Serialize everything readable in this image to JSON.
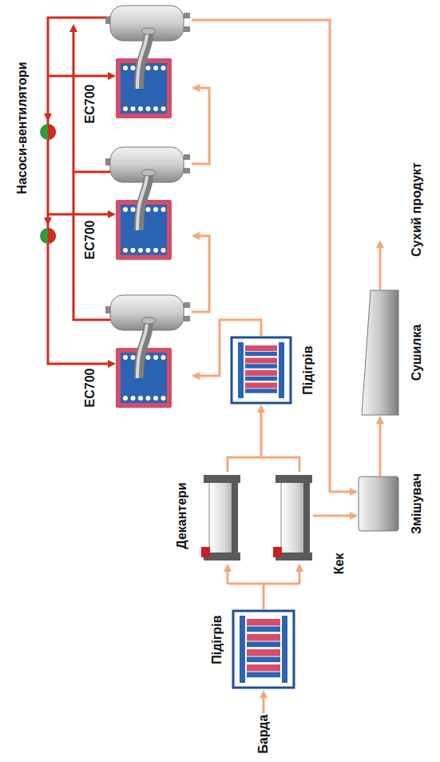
{
  "diagram": {
    "nodes": [
      {
        "text": [
          "Підігрів"
        ]
      },
      {
        "text": [
          "Декантери"
        ]
      },
      {
        "text": [
          "Змішувач"
        ]
      },
      {
        "text": [
          "Сушилка"
        ]
      },
      {
        "text": [
          "Підігрів"
        ]
      },
      {
        "text": [
          "EC700"
        ]
      },
      {
        "text": [
          "EC700"
        ]
      },
      {
        "text": [
          "EC700"
        ]
      }
    ],
    "edges": [
      {
        "from": 0,
        "to": 1,
        "arrow": "to"
      },
      {
        "from": 1,
        "to": 2,
        "label": "Кек",
        "arrow": "to"
      },
      {
        "from": 1,
        "to": 4,
        "arrow": "to"
      },
      {
        "from": 2,
        "to": 3,
        "arrow": "to"
      },
      {
        "from": 4,
        "to": 5,
        "arrow": "to"
      },
      {
        "from": 5,
        "to": 6,
        "arrow": "to"
      },
      {
        "from": 6,
        "to": 7,
        "arrow": "to"
      },
      {
        "from": 7,
        "to": 2,
        "arrow": "to"
      }
    ],
    "labels": [
      "Барда",
      "Насоси-вентилятори",
      "Сухий продукт"
    ]
  }
}
